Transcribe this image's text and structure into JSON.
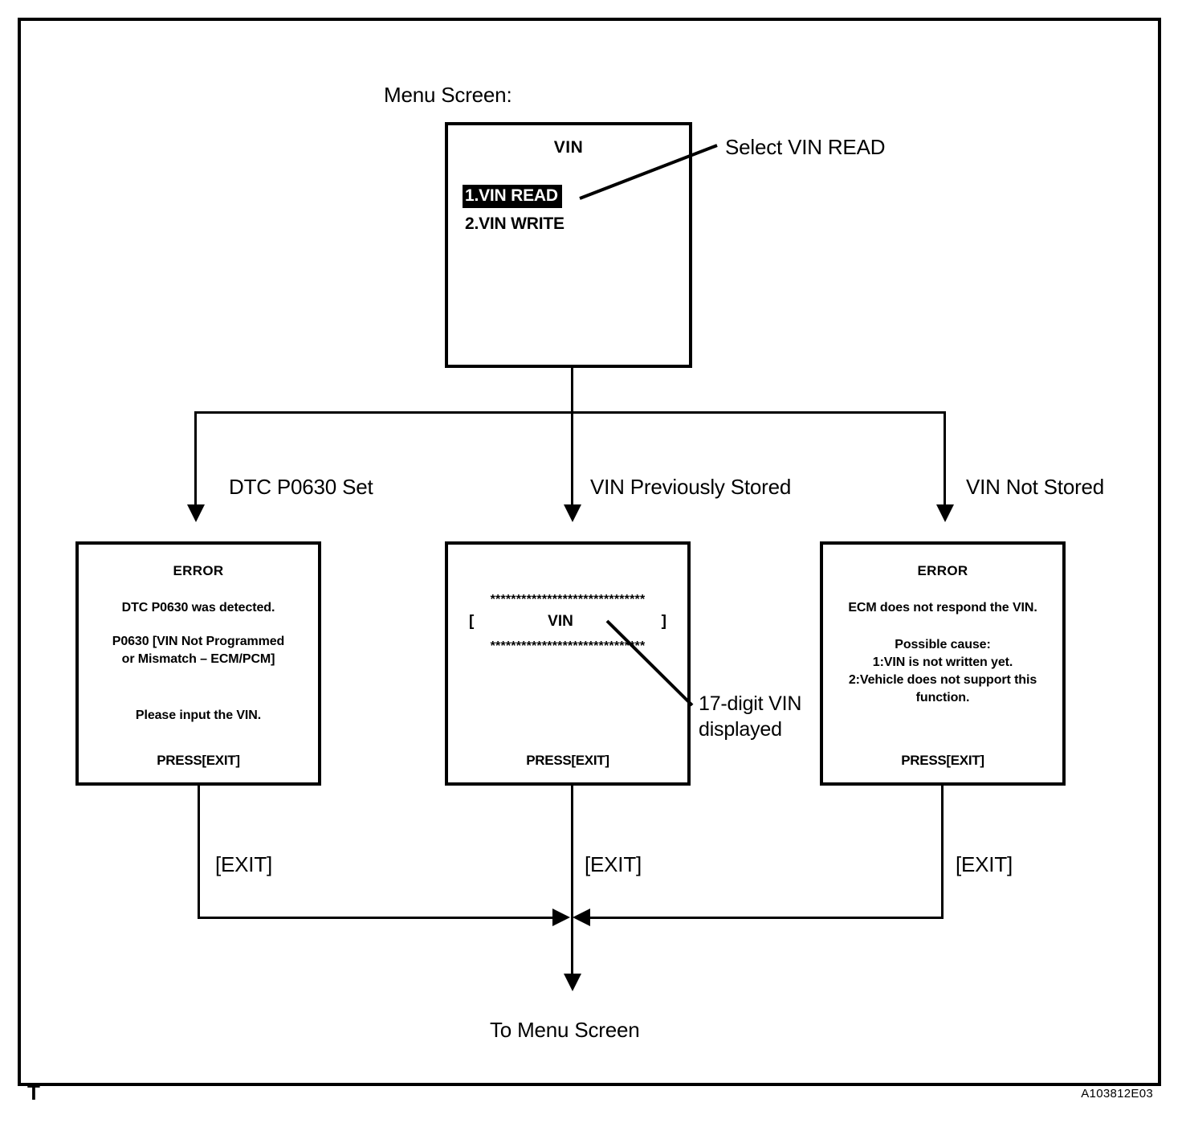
{
  "diagram": {
    "frame_code": "A103812E03",
    "corner_mark": "T",
    "menu_caption": "Menu Screen:",
    "menu_screen": {
      "title": "VIN",
      "items": [
        {
          "label": "1.VIN READ",
          "selected": true
        },
        {
          "label": "2.VIN WRITE",
          "selected": false
        }
      ],
      "callout": "Select VIN READ"
    },
    "branches": [
      {
        "label": "DTC P0630 Set"
      },
      {
        "label": "VIN Previously Stored"
      },
      {
        "label": "VIN Not Stored"
      }
    ],
    "screens": {
      "dtc_error": {
        "title": "ERROR",
        "line1": "DTC P0630 was detected.",
        "line2": "P0630  [VIN Not Programmed",
        "line3": "or Mismatch – ECM/PCM]",
        "line4": "Please input the VIN.",
        "press": "PRESS[EXIT]"
      },
      "vin_display": {
        "stars_top": "******************************",
        "bracket_open": "[",
        "vin_label": "VIN",
        "bracket_close": "]",
        "stars_bottom": "******************************",
        "press": "PRESS[EXIT]",
        "callout_line1": "17-digit VIN",
        "callout_line2": "displayed"
      },
      "not_stored_error": {
        "title": "ERROR",
        "line1": "ECM does not respond the VIN.",
        "line2": "Possible cause:",
        "line3": "1:VIN is not written yet.",
        "line4": "2:Vehicle does not support this",
        "line5": "function.",
        "press": "PRESS[EXIT]"
      }
    },
    "exit_labels": [
      "[EXIT]",
      "[EXIT]",
      "[EXIT]"
    ],
    "return_label": "To Menu Screen",
    "colors": {
      "ink": "#000000",
      "paper": "#ffffff",
      "highlight_bg": "#000000",
      "highlight_fg": "#ffffff"
    }
  }
}
